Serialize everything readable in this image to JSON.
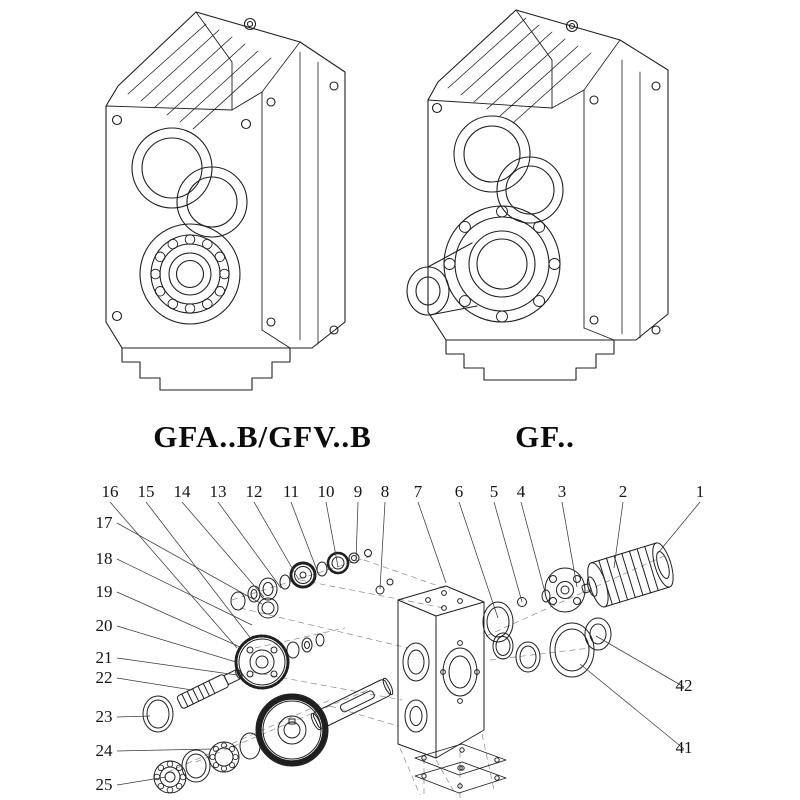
{
  "sheet": {
    "background": "#ffffff",
    "ink_color": "#1f1f1f"
  },
  "models": {
    "left_label": "GFA..B/GFV..B",
    "right_label": "GF.."
  },
  "exploded": {
    "top": [
      "16",
      "15",
      "14",
      "13",
      "12",
      "11",
      "10",
      "9",
      "8",
      "7",
      "6",
      "5",
      "4",
      "3",
      "2",
      "1"
    ],
    "left": [
      "17",
      "18",
      "19",
      "20",
      "21",
      "22",
      "23",
      "24",
      "25"
    ],
    "right": [
      "42",
      "41"
    ]
  }
}
